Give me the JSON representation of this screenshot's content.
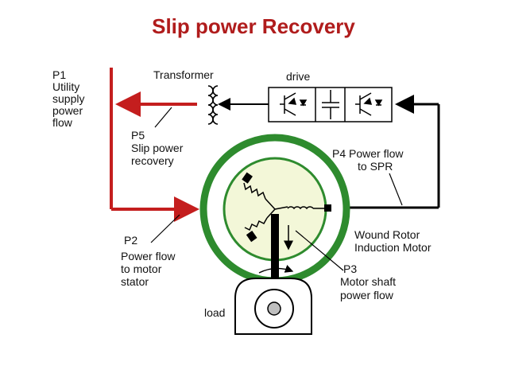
{
  "title": "Slip power Recovery",
  "labels": {
    "p1": [
      "P1",
      "Utility",
      "supply",
      "power",
      "flow"
    ],
    "transformer": "Transformer",
    "drive": "drive",
    "p5": [
      "P5",
      "Slip power",
      "recovery"
    ],
    "p4": [
      "P4  Power flow",
      "to SPR"
    ],
    "motor": [
      "Wound Rotor",
      "Induction Motor"
    ],
    "p2": [
      "P2",
      "Power flow",
      "to motor",
      "stator"
    ],
    "p3": [
      "P3",
      "Motor shaft",
      "power  flow"
    ],
    "load": "load"
  },
  "colors": {
    "title": "#b01c1c",
    "supply_line": "#c41e1e",
    "stator_ring": "#2e8b2e",
    "rotor_fill": "#f3f7d8",
    "wiring": "#000000"
  }
}
